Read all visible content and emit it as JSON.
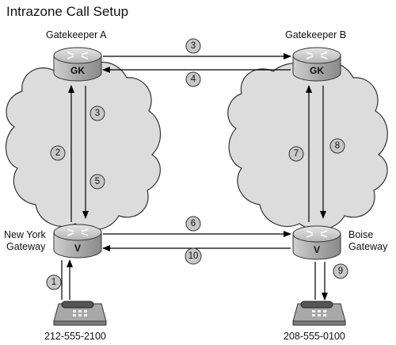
{
  "title": "Intrazone Call Setup",
  "nodes": {
    "gatekeeper_a": {
      "label": "Gatekeeper A",
      "caption": "GK"
    },
    "gatekeeper_b": {
      "label": "Gatekeeper B",
      "caption": "GK"
    },
    "ny_gateway": {
      "label_line1": "New York",
      "label_line2": "Gateway",
      "caption": "V"
    },
    "boise_gateway": {
      "label_line1": "Boise",
      "label_line2": "Gateway",
      "caption": "V"
    }
  },
  "phones": {
    "left": {
      "number": "212-555-2100"
    },
    "right": {
      "number": "208-555-0100"
    }
  },
  "steps": [
    "1",
    "2",
    "3",
    "3",
    "4",
    "5",
    "6",
    "7",
    "8",
    "9",
    "10"
  ],
  "colors": {
    "cloud": "#dcdcdc",
    "router_top": "#c8c8c8",
    "router_body": "#9a9a9a",
    "badge": "#c8c8c8"
  }
}
